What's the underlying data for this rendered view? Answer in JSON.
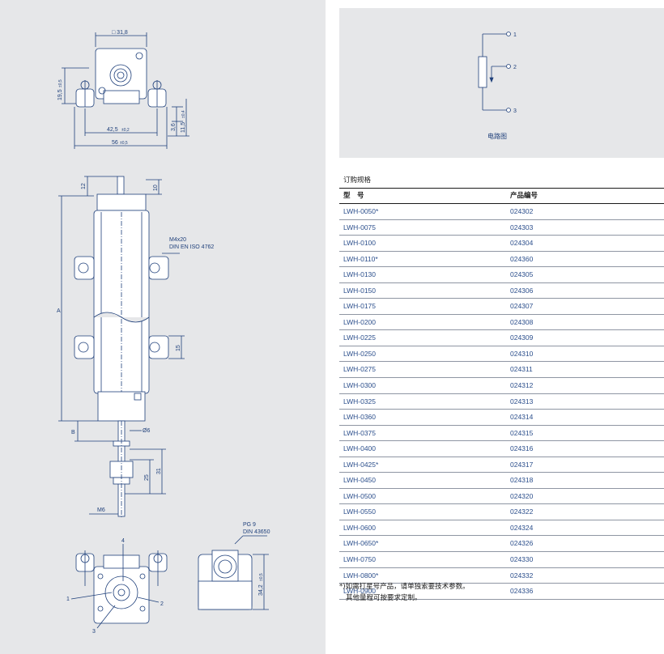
{
  "drawing": {
    "top_view": {
      "width_label": "□ 31,8",
      "height_label": "19,5",
      "height_tol": "±0,5",
      "mount_label": "42,5",
      "mount_tol": "±0,2",
      "overall_label": "56",
      "overall_tol": "±0,5",
      "dim_a": "3,6",
      "dim_b": "11,5",
      "dim_b_tol": "±0,4"
    },
    "side_view": {
      "top_12": "12",
      "top_10": "10",
      "screw_label": "M4x20",
      "screw_std": "DIN EN ISO 4762",
      "length_a": "A",
      "clamp_15": "15",
      "stroke_b": "B",
      "rod_dia": "Ø6",
      "rod_25": "25",
      "rod_31": "31",
      "thread": "M6"
    },
    "end_view": {
      "callout_1": "1",
      "callout_2": "2",
      "callout_3": "3",
      "callout_4": "4"
    },
    "connector_view": {
      "pg_label": "PG 9",
      "pg_std": "DIN 43650",
      "height_label": "34,2",
      "height_tol": "±0,5"
    }
  },
  "circuit": {
    "pin_1": "1",
    "pin_2": "2",
    "pin_3": "3",
    "caption": "电路图"
  },
  "order_table": {
    "title": "订购规格",
    "col_model": "型　号",
    "col_code": "产品编号",
    "rows": [
      {
        "model": "LWH-0050*",
        "code": "024302"
      },
      {
        "model": "LWH-0075",
        "code": "024303"
      },
      {
        "model": "LWH-0100",
        "code": "024304"
      },
      {
        "model": "LWH-0110*",
        "code": "024360"
      },
      {
        "model": "LWH-0130",
        "code": "024305"
      },
      {
        "model": "LWH-0150",
        "code": "024306"
      },
      {
        "model": "LWH-0175",
        "code": "024307"
      },
      {
        "model": "LWH-0200",
        "code": "024308"
      },
      {
        "model": "LWH-0225",
        "code": "024309"
      },
      {
        "model": "LWH-0250",
        "code": "024310"
      },
      {
        "model": "LWH-0275",
        "code": "024311"
      },
      {
        "model": "LWH-0300",
        "code": "024312"
      },
      {
        "model": "LWH-0325",
        "code": "024313"
      },
      {
        "model": "LWH-0360",
        "code": "024314"
      },
      {
        "model": "LWH-0375",
        "code": "024315"
      },
      {
        "model": "LWH-0400",
        "code": "024316"
      },
      {
        "model": "LWH-0425*",
        "code": "024317"
      },
      {
        "model": "LWH-0450",
        "code": "024318"
      },
      {
        "model": "LWH-0500",
        "code": "024320"
      },
      {
        "model": "LWH-0550",
        "code": "024322"
      },
      {
        "model": "LWH-0600",
        "code": "024324"
      },
      {
        "model": "LWH-0650*",
        "code": "024326"
      },
      {
        "model": "LWH-0750",
        "code": "024330"
      },
      {
        "model": "LWH-0800*",
        "code": "024332"
      },
      {
        "model": "LWH-0900",
        "code": "024336"
      }
    ],
    "note_1": "*)如需打星号产品，请单独索要技术参数。",
    "note_2": "其他量程可按要求定制。"
  },
  "colors": {
    "panel_bg": "#e6e7e9",
    "line": "#1e3f7a",
    "table_text": "#2c4f8c"
  }
}
